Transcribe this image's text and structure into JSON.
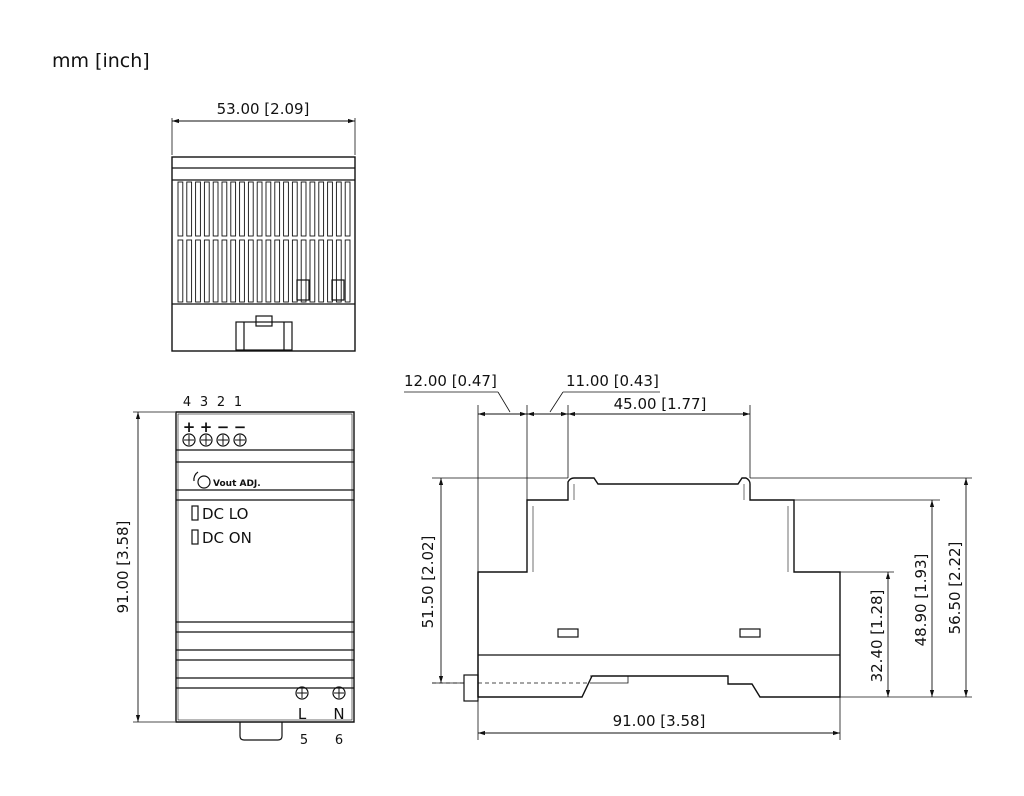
{
  "units": "mm [inch]",
  "top_view": {
    "width_dim": "53.00 [2.09]"
  },
  "front_view": {
    "terminal_numbers": [
      "4",
      "3",
      "2",
      "1"
    ],
    "terminal_polarity": [
      "+",
      "+",
      "−",
      "−"
    ],
    "adjust_label": "Vout ADJ.",
    "led_labels": [
      "DC LO",
      "DC ON"
    ],
    "input_labels": [
      "L",
      "N"
    ],
    "input_numbers": [
      "5",
      "6"
    ],
    "height_dim": "91.00 [3.58]"
  },
  "side_view": {
    "dims": {
      "left_offset": "12.00 [0.47]",
      "step_offset": "11.00 [0.43]",
      "top_width": "45.00 [1.77]",
      "left_height": "51.50 [2.02]",
      "right_low_height": "32.40 [1.28]",
      "right_mid_height": "48.90 [1.93]",
      "right_full_height": "56.50 [2.22]",
      "bottom_width": "91.00 [3.58]"
    }
  }
}
